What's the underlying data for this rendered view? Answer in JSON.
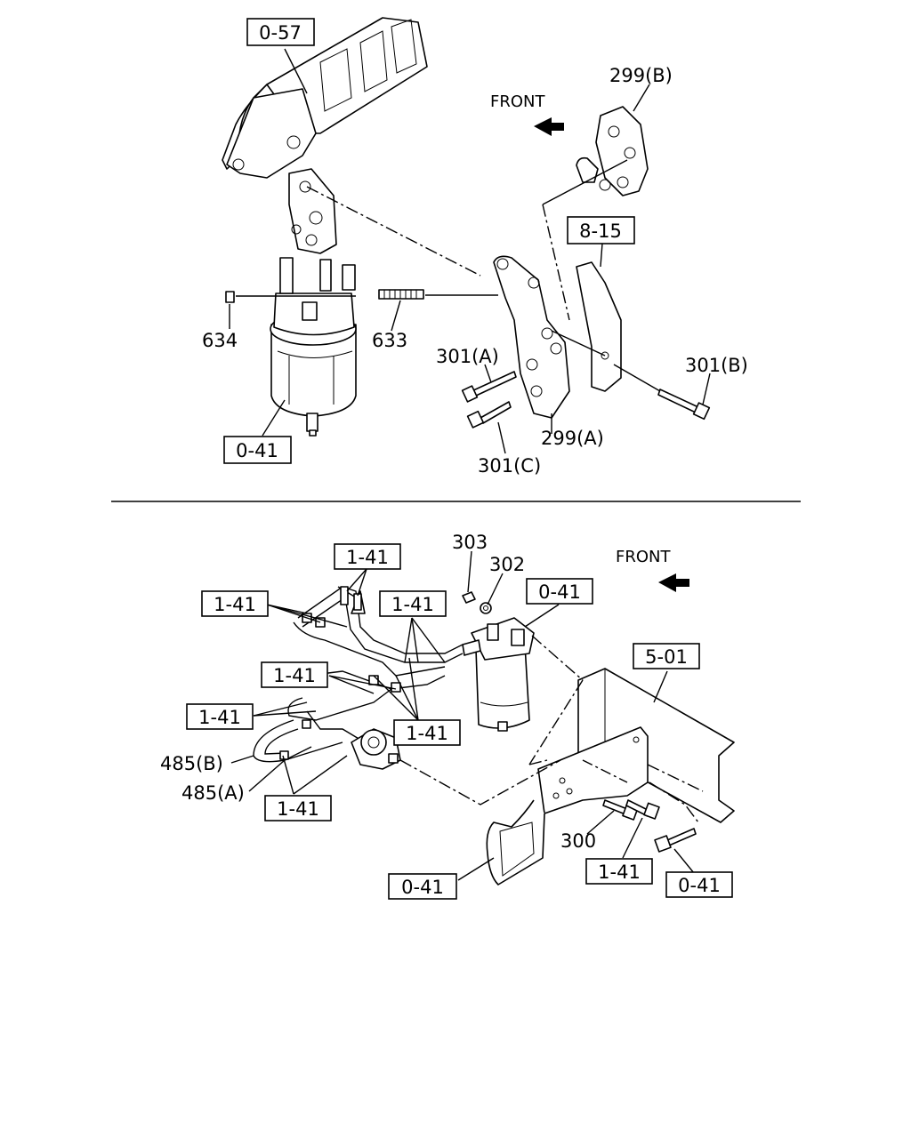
{
  "top_section": {
    "front_label": "FRONT",
    "refs": {
      "r057": "0-57",
      "r815": "8-15",
      "r041": "0-41"
    },
    "parts": {
      "p299b": "299(B)",
      "p299a": "299(A)",
      "p301a": "301(A)",
      "p301b": "301(B)",
      "p301c": "301(C)",
      "p634": "634",
      "p633": "633"
    }
  },
  "bottom_section": {
    "front_label": "FRONT",
    "refs": {
      "r141_a": "1-41",
      "r141_b": "1-41",
      "r141_c": "1-41",
      "r141_d": "1-41",
      "r141_e": "1-41",
      "r141_f": "1-41",
      "r141_g": "1-41",
      "r141_h": "1-41",
      "r041_a": "0-41",
      "r041_b": "0-41",
      "r041_c": "0-41",
      "r501": "5-01"
    },
    "parts": {
      "p303": "303",
      "p302": "302",
      "p300": "300",
      "p485b": "485(B)",
      "p485a": "485(A)"
    }
  }
}
